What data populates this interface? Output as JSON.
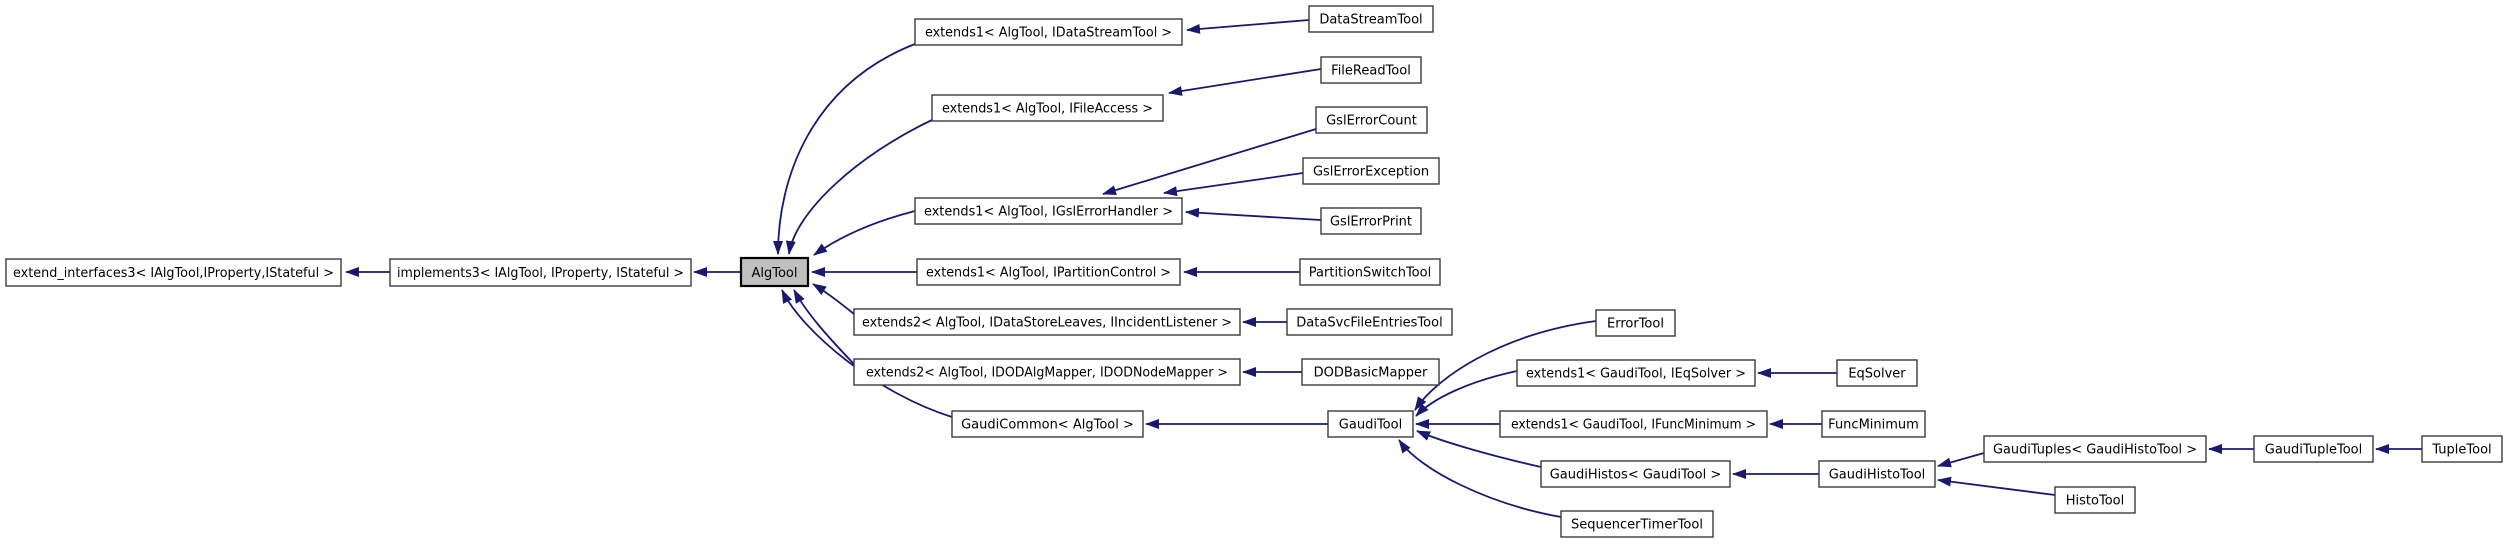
{
  "diagram": {
    "kind": "class-inheritance-graph",
    "highlighted_node": "AlgTool",
    "colors": {
      "edge": "#191970",
      "node_fill": "#ffffff",
      "node_border": "#3a3a3a",
      "highlight_fill": "#c0c0c0",
      "background": "#ffffff"
    },
    "nodes": [
      {
        "id": "extend_interfaces3",
        "label": "extend_interfaces3< IAlgTool,IProperty,IStateful >"
      },
      {
        "id": "implements3",
        "label": "implements3< IAlgTool, IProperty, IStateful >"
      },
      {
        "id": "algtool",
        "label": "AlgTool"
      },
      {
        "id": "ext1_datastream",
        "label": "extends1< AlgTool, IDataStreamTool >"
      },
      {
        "id": "ext1_fileaccess",
        "label": "extends1< AlgTool, IFileAccess >"
      },
      {
        "id": "ext1_gslerror",
        "label": "extends1< AlgTool, IGslErrorHandler >"
      },
      {
        "id": "ext1_partition",
        "label": "extends1< AlgTool, IPartitionControl >"
      },
      {
        "id": "ext2_datastore",
        "label": "extends2< AlgTool, IDataStoreLeaves, IIncidentListener >"
      },
      {
        "id": "ext2_dod",
        "label": "extends2< AlgTool, IDODAlgMapper, IDODNodeMapper >"
      },
      {
        "id": "gaudicommon",
        "label": "GaudiCommon< AlgTool >"
      },
      {
        "id": "datastreamtool",
        "label": "DataStreamTool"
      },
      {
        "id": "filereadtool",
        "label": "FileReadTool"
      },
      {
        "id": "gslerrorcount",
        "label": "GslErrorCount"
      },
      {
        "id": "gslerrorexception",
        "label": "GslErrorException"
      },
      {
        "id": "gslerrorprint",
        "label": "GslErrorPrint"
      },
      {
        "id": "partitionswitchtool",
        "label": "PartitionSwitchTool"
      },
      {
        "id": "datasvcfileentriestool",
        "label": "DataSvcFileEntriesTool"
      },
      {
        "id": "dodbasicmapper",
        "label": "DODBasicMapper"
      },
      {
        "id": "errortool",
        "label": "ErrorTool"
      },
      {
        "id": "ext1_eqsolver",
        "label": "extends1< GaudiTool, IEqSolver >"
      },
      {
        "id": "eqsolver",
        "label": "EqSolver"
      },
      {
        "id": "ext1_funcminimum",
        "label": "extends1< GaudiTool, IFuncMinimum >"
      },
      {
        "id": "funcminimum",
        "label": "FuncMinimum"
      },
      {
        "id": "gauditool",
        "label": "GaudiTool"
      },
      {
        "id": "gaudituples",
        "label": "GaudiTuples< GaudiHistoTool >"
      },
      {
        "id": "gaudituppletool",
        "label": "GaudiTupleTool"
      },
      {
        "id": "tupletool",
        "label": "TupleTool"
      },
      {
        "id": "gaudihistos",
        "label": "GaudiHistos< GaudiTool >"
      },
      {
        "id": "gaudihistotool",
        "label": "GaudiHistoTool"
      },
      {
        "id": "histotool",
        "label": "HistoTool"
      },
      {
        "id": "sequencertimertool",
        "label": "SequencerTimerTool"
      }
    ],
    "edges": [
      {
        "from": "implements3",
        "to": "extend_interfaces3"
      },
      {
        "from": "algtool",
        "to": "implements3"
      },
      {
        "from": "ext1_datastream",
        "to": "algtool"
      },
      {
        "from": "ext1_fileaccess",
        "to": "algtool"
      },
      {
        "from": "ext1_gslerror",
        "to": "algtool"
      },
      {
        "from": "ext1_partition",
        "to": "algtool"
      },
      {
        "from": "ext2_datastore",
        "to": "algtool"
      },
      {
        "from": "ext2_dod",
        "to": "algtool"
      },
      {
        "from": "gaudicommon",
        "to": "algtool"
      },
      {
        "from": "datastreamtool",
        "to": "ext1_datastream"
      },
      {
        "from": "filereadtool",
        "to": "ext1_fileaccess"
      },
      {
        "from": "gslerrorcount",
        "to": "ext1_gslerror"
      },
      {
        "from": "gslerrorexception",
        "to": "ext1_gslerror"
      },
      {
        "from": "gslerrorprint",
        "to": "ext1_gslerror"
      },
      {
        "from": "partitionswitchtool",
        "to": "ext1_partition"
      },
      {
        "from": "datasvcfileentriestool",
        "to": "ext2_datastore"
      },
      {
        "from": "dodbasicmapper",
        "to": "ext2_dod"
      },
      {
        "from": "gauditool",
        "to": "gaudicommon"
      },
      {
        "from": "errortool",
        "to": "gauditool"
      },
      {
        "from": "ext1_eqsolver",
        "to": "gauditool"
      },
      {
        "from": "ext1_funcminimum",
        "to": "gauditool"
      },
      {
        "from": "gaudihistos",
        "to": "gauditool"
      },
      {
        "from": "sequencertimertool",
        "to": "gauditool"
      },
      {
        "from": "eqsolver",
        "to": "ext1_eqsolver"
      },
      {
        "from": "funcminimum",
        "to": "ext1_funcminimum"
      },
      {
        "from": "gaudihistotool",
        "to": "gaudihistos"
      },
      {
        "from": "gaudituples",
        "to": "gaudihistotool"
      },
      {
        "from": "histotool",
        "to": "gaudihistotool"
      },
      {
        "from": "gaudituppletool",
        "to": "gaudituples"
      },
      {
        "from": "tupletool",
        "to": "gaudituppletool"
      }
    ]
  }
}
